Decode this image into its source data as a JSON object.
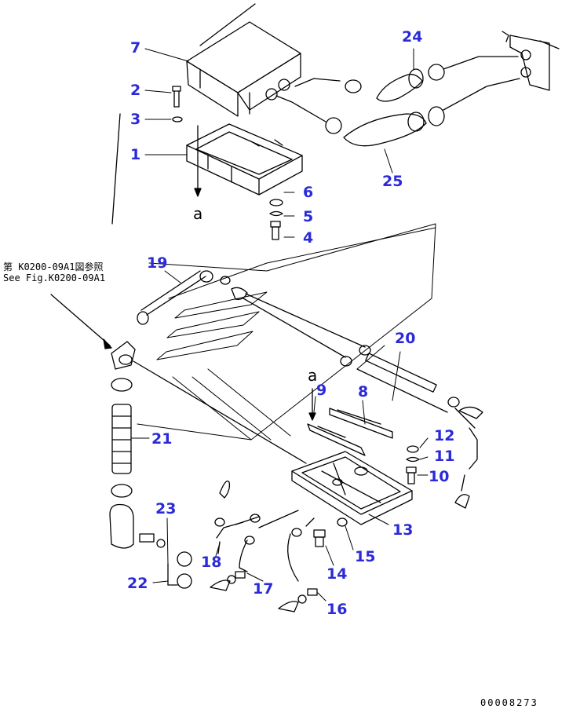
{
  "reference": {
    "line1": "第 K0200-09A1図参照",
    "line2": "See Fig.K0200-09A1"
  },
  "view_marker": "a",
  "document_number": "00008273",
  "colors": {
    "label": "#2a2ad8",
    "line": "#000000"
  },
  "callouts": [
    {
      "id": "1",
      "text": "1"
    },
    {
      "id": "2",
      "text": "2"
    },
    {
      "id": "3",
      "text": "3"
    },
    {
      "id": "4",
      "text": "4"
    },
    {
      "id": "5",
      "text": "5"
    },
    {
      "id": "6",
      "text": "6"
    },
    {
      "id": "7",
      "text": "7"
    },
    {
      "id": "8",
      "text": "8"
    },
    {
      "id": "9",
      "text": "9"
    },
    {
      "id": "10",
      "text": "10"
    },
    {
      "id": "11",
      "text": "11"
    },
    {
      "id": "12",
      "text": "12"
    },
    {
      "id": "13",
      "text": "13"
    },
    {
      "id": "14",
      "text": "14"
    },
    {
      "id": "15",
      "text": "15"
    },
    {
      "id": "16",
      "text": "16"
    },
    {
      "id": "17",
      "text": "17"
    },
    {
      "id": "18",
      "text": "18"
    },
    {
      "id": "19",
      "text": "19"
    },
    {
      "id": "20",
      "text": "20"
    },
    {
      "id": "21",
      "text": "21"
    },
    {
      "id": "22",
      "text": "22"
    },
    {
      "id": "23",
      "text": "23"
    },
    {
      "id": "24",
      "text": "24"
    },
    {
      "id": "25",
      "text": "25"
    }
  ]
}
